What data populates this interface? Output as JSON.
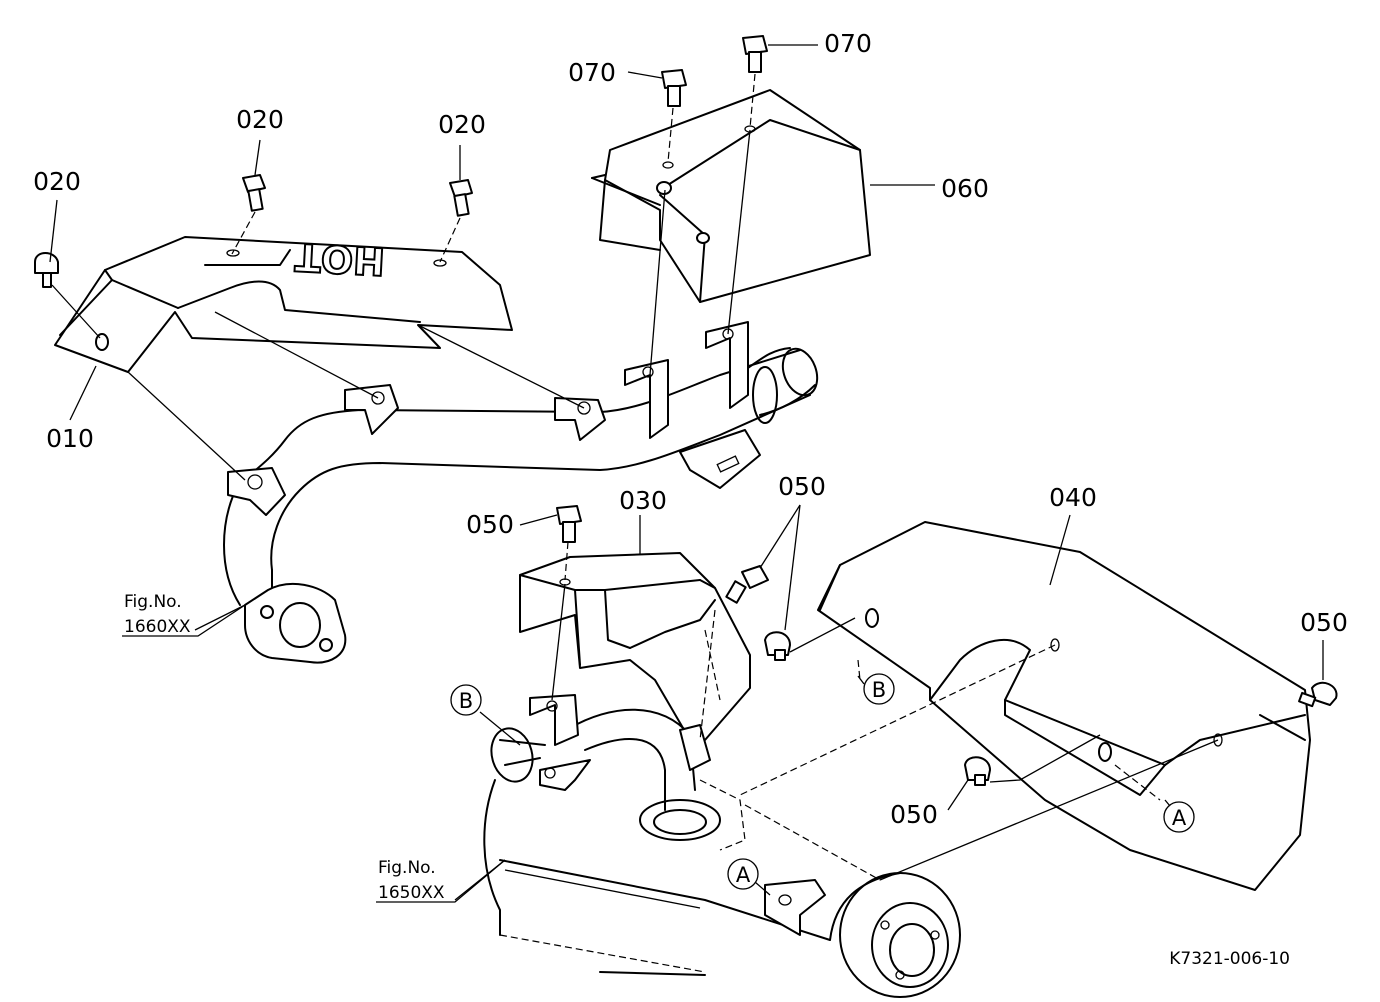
{
  "callouts": {
    "p010": "010",
    "p020_a": "020",
    "p020_b": "020",
    "p020_c": "020",
    "p030": "030",
    "p040": "040",
    "p050_a": "050",
    "p050_b": "050",
    "p050_c": "050",
    "p050_d": "050",
    "p060": "060",
    "p070_a": "070",
    "p070_b": "070"
  },
  "markers": {
    "a_top": "A",
    "a_bottom": "A",
    "b_left": "B",
    "b_right": "B"
  },
  "references": {
    "fig1_title": "Fig.No.",
    "fig1_code": "1660XX",
    "fig2_title": "Fig.No.",
    "fig2_code": "1650XX"
  },
  "shield_text": "HOT",
  "drawing_code": "K7321-006-10"
}
